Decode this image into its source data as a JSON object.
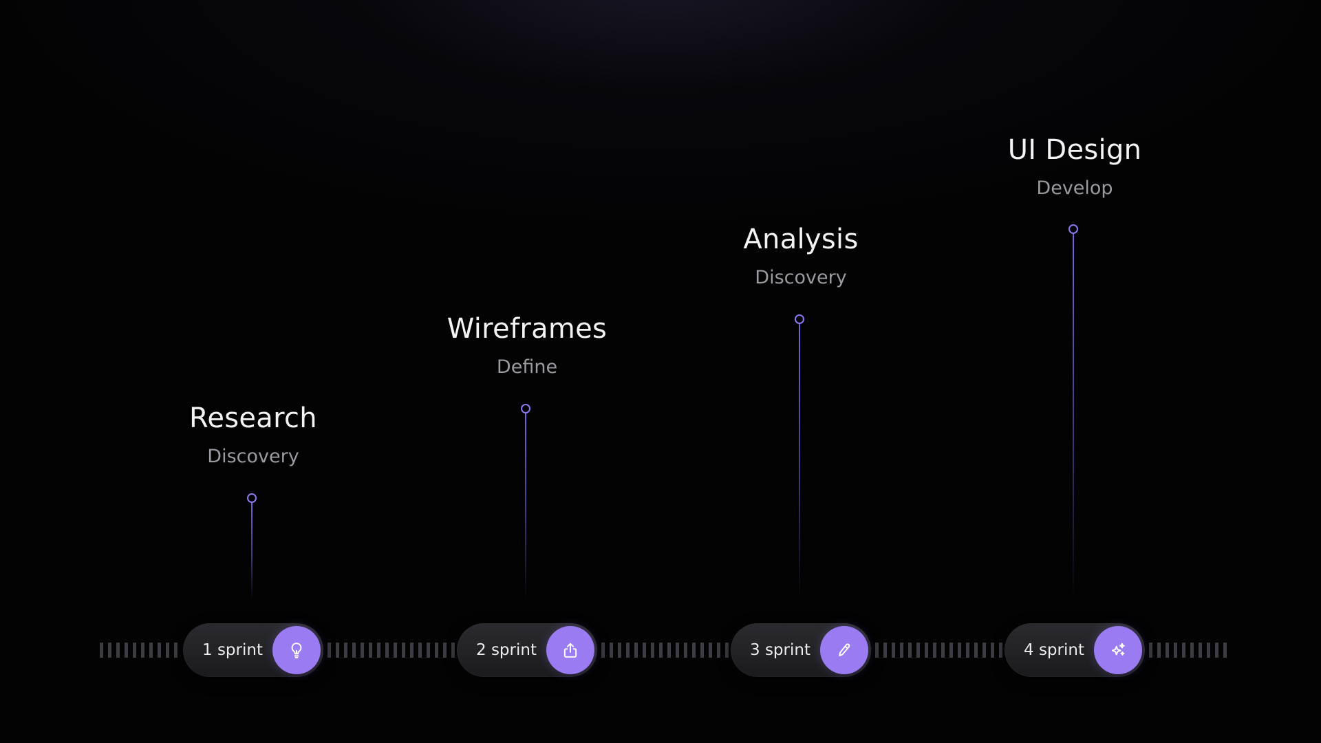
{
  "stages": [
    {
      "title": "Research",
      "subtitle": "Discovery",
      "sprint": "1 sprint",
      "icon": "lightbulb-icon"
    },
    {
      "title": "Wireframes",
      "subtitle": "Define",
      "sprint": "2 sprint",
      "icon": "upload-icon"
    },
    {
      "title": "Analysis",
      "subtitle": "Discovery",
      "sprint": "3 sprint",
      "icon": "pencil-icon"
    },
    {
      "title": "UI Design",
      "subtitle": "Develop",
      "sprint": "4 sprint",
      "icon": "sparkles-icon"
    }
  ],
  "colors": {
    "accent": "#9a7bf2",
    "marker": "#8f78f0",
    "background": "#030304",
    "pill": "#242428",
    "title": "#f3f3f5",
    "subtitle": "#9a9aa0"
  }
}
